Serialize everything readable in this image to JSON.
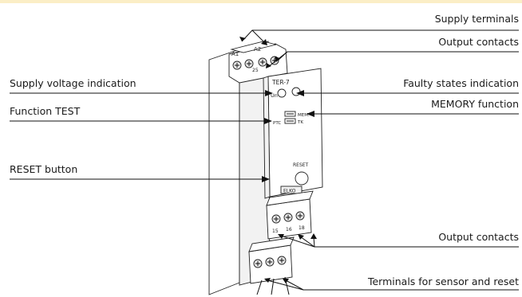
{
  "labels": {
    "supply_terminals": "Supply terminals",
    "output_contacts_top": "Output contacts",
    "supply_voltage_indication": "Supply voltage indication",
    "faulty_states_indication": "Faulty states indication",
    "function_test": "Function TEST",
    "memory_function": "MEMORY function",
    "reset_button": "RESET button",
    "output_contacts_bottom": "Output contacts",
    "terminals_sensor_reset": "Terminals for sensor and reset"
  },
  "device": {
    "model": "TER-7",
    "led_label": "Un",
    "switch_mem": "MEM.",
    "switch_tk": "TK",
    "switch_ptc": "PTC",
    "reset_label": "RESET",
    "brand": "ELKO",
    "terminals": {
      "t1": "A1",
      "t2": "A2",
      "t3": "25",
      "t4": "15",
      "t5": "16",
      "t6": "18"
    }
  }
}
